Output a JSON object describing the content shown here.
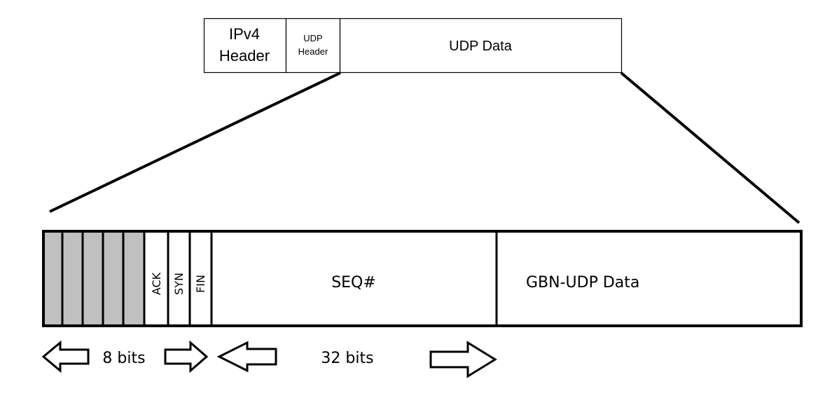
{
  "top_packet": {
    "ipv4_header": [
      "IPv4",
      "Header"
    ],
    "udp_header": [
      "UDP",
      "Header"
    ],
    "udp_data": "UDP Data"
  },
  "gbn_packet": {
    "flags": {
      "ack": "ACK",
      "syn": "SYN",
      "fin": "FIN"
    },
    "seq": "SEQ#",
    "data": "GBN-UDP Data"
  },
  "bit_labels": {
    "flags_width": "8 bits",
    "seq_width": "32 bits"
  },
  "colors": {
    "reserved_fill": "#c0c0c0",
    "stroke": "#000000"
  }
}
